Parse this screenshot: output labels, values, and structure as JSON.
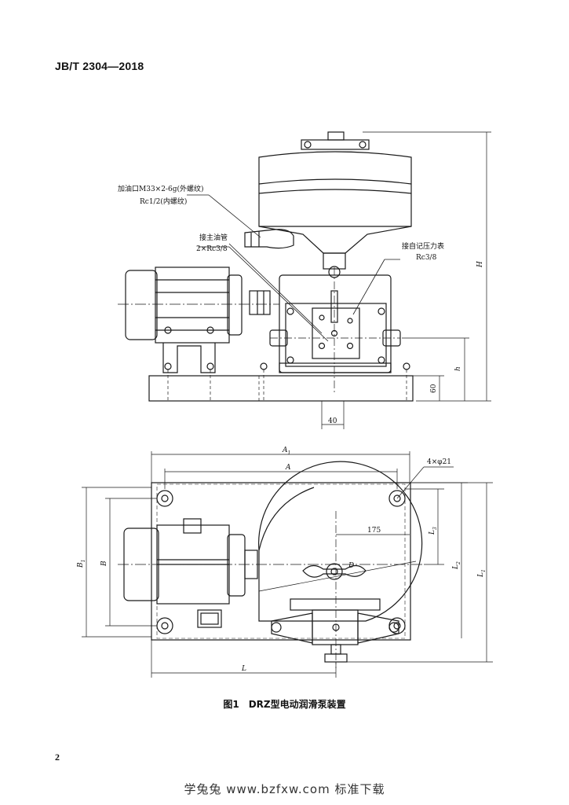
{
  "header": {
    "standard_code": "JB/T 2304—2018"
  },
  "figure": {
    "caption": "图1　DRZ型电动润滑泵装置",
    "callouts": {
      "fill_port_line1": "加油口M33×2-6g(外螺纹)",
      "fill_port_line2": "Rc1/2(内螺纹)",
      "main_pipe_line1": "接主油管",
      "main_pipe_line2": "2×Rc3/8",
      "gauge_line1": "接自记压力表",
      "gauge_line2": "Rc3/8"
    },
    "dimensions": {
      "H": "H",
      "h": "h",
      "d60": "60",
      "d40": "40",
      "A1": "A",
      "A1_sub": "1",
      "A": "A",
      "hole": "4×φ21",
      "d175": "175",
      "D": "D",
      "L3": "L",
      "L3_sub": "3",
      "L2": "L",
      "L2_sub": "2",
      "L1": "L",
      "L1_sub": "1",
      "B1": "B",
      "B1_sub": "1",
      "B": "B",
      "L": "L"
    }
  },
  "page": {
    "number": "2"
  },
  "footer": {
    "watermark": "学兔兔 www.bzfxw.com 标准下载"
  }
}
